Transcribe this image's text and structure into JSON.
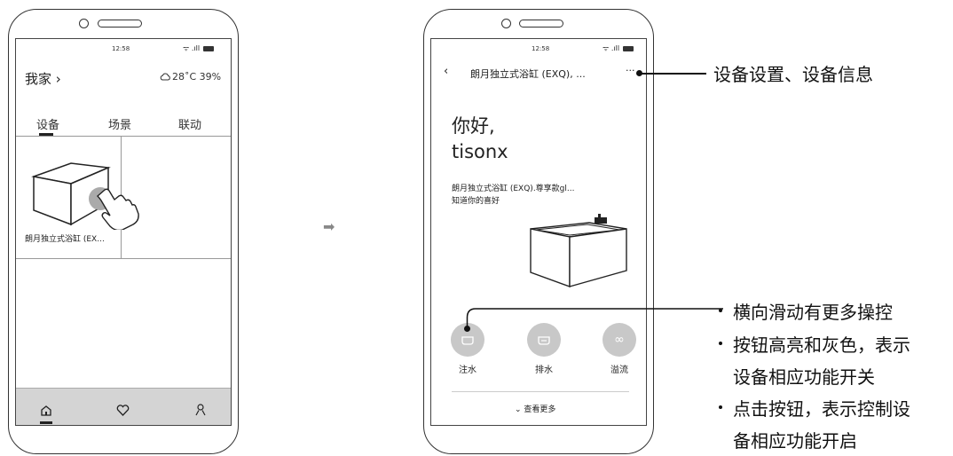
{
  "status_time": "12:58",
  "status_signal": "ᯤ .ıll",
  "left_phone": {
    "home_title": "我家 ›",
    "weather_icon": "cloud-icon",
    "weather": "28˚C 39%",
    "tabs": [
      "设备",
      "场景",
      "联动"
    ],
    "device_card_name": "朗月独立式浴缸 (EX...",
    "nav_icons": [
      "home-icon",
      "heart-icon",
      "user-icon"
    ]
  },
  "right_phone": {
    "back": "‹",
    "title": "朗月独立式浴缸 (EXQ), ...",
    "more": "···",
    "greeting_line1": "你好,",
    "greeting_line2": "tisonx",
    "desc_line1": "朗月独立式浴缸 (EXQ).尊享款gl...",
    "desc_line2": "知道你的喜好",
    "functions": [
      {
        "label": "注水",
        "icon": "bathtub-icon"
      },
      {
        "label": "排水",
        "icon": "drain-icon"
      },
      {
        "label": "溢流",
        "icon": "infinity-icon"
      }
    ],
    "see_more": "⌄ 查看更多"
  },
  "flow_arrow": "➡",
  "annotations": {
    "settings": "设备设置、设备信息",
    "bullets": [
      "横向滑动有更多操控",
      "按钮高亮和灰色，表示",
      "设备相应功能开关",
      "点击按钮，表示控制设",
      "备相应功能开启"
    ]
  }
}
